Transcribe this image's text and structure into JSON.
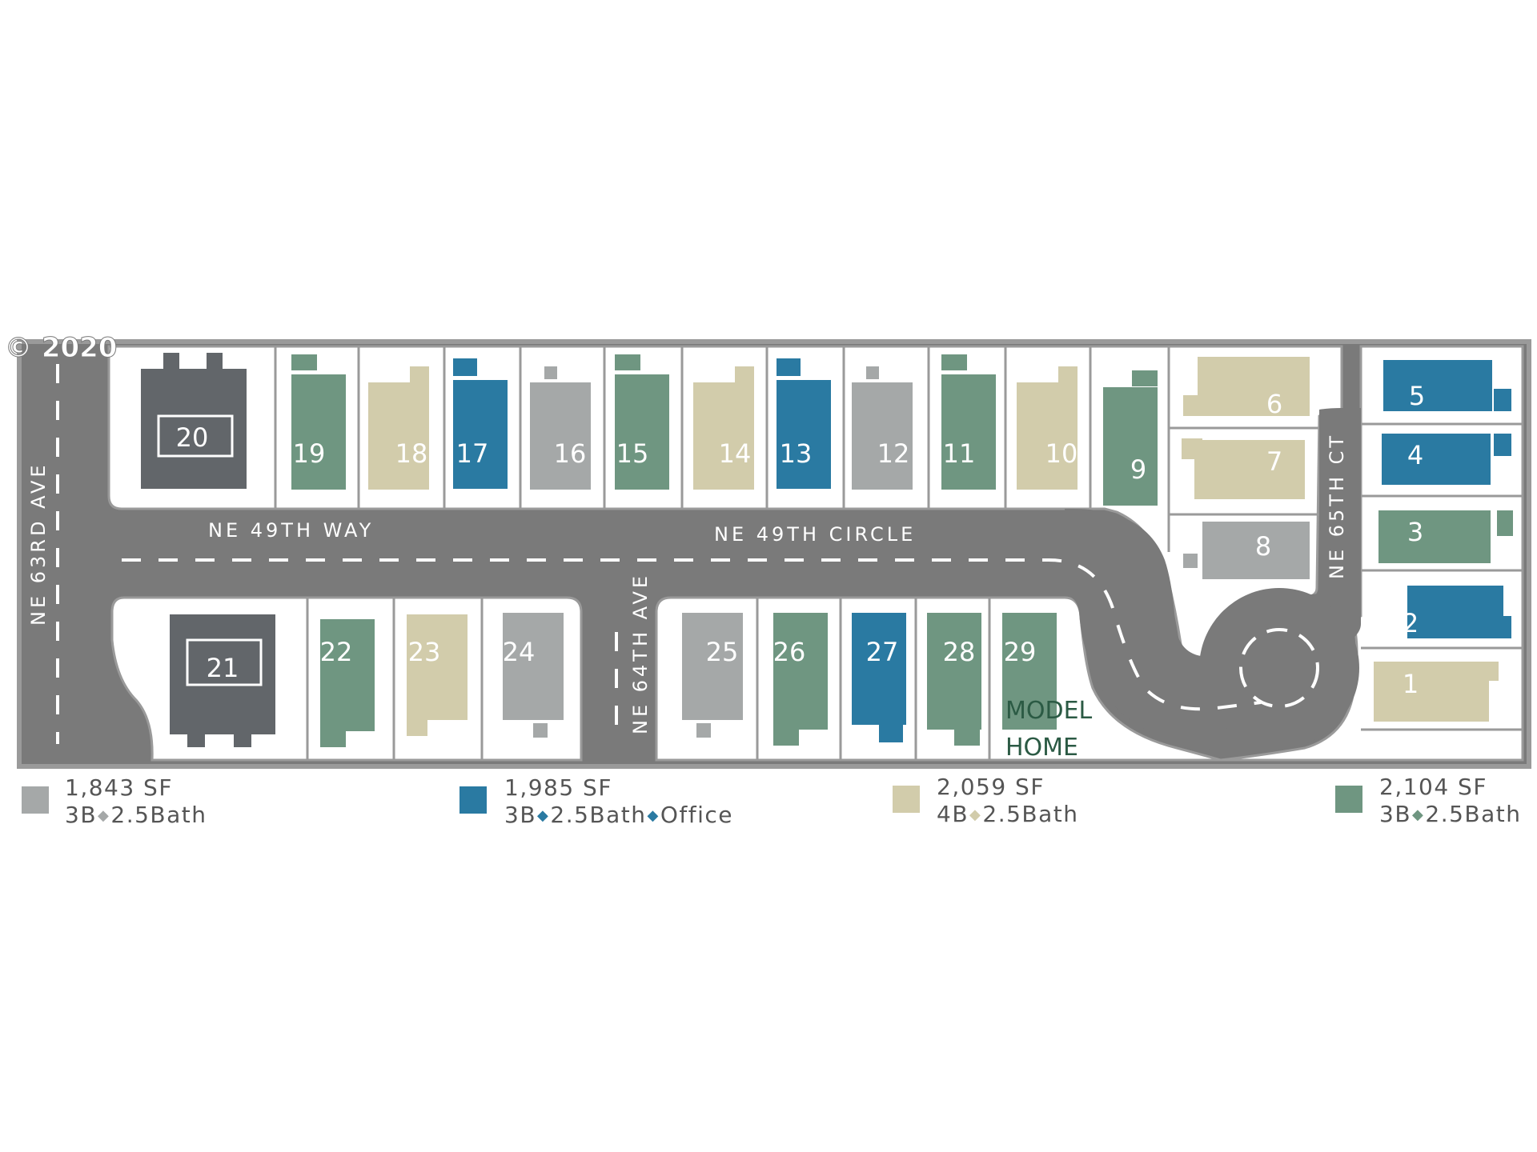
{
  "copyright": "© 2020",
  "colors": {
    "gray": "#a5a8a8",
    "blue": "#2a7aa2",
    "tan": "#d2ccab",
    "green": "#6f9681",
    "dark": "#62666a",
    "road": "#7a7a7a",
    "model_text": "#2b5a44"
  },
  "streets": {
    "ne_63rd_ave": "NE 63RD AVE",
    "ne_49th_way": "NE 49TH WAY",
    "ne_49th_circle": "NE 49TH CIRCLE",
    "ne_64th_ave": "NE 64TH AVE",
    "ne_65th_ct": "NE 65TH CT"
  },
  "lots": {
    "l1": "1",
    "l2": "2",
    "l3": "3",
    "l4": "4",
    "l5": "5",
    "l6": "6",
    "l7": "7",
    "l8": "8",
    "l9": "9",
    "l10": "10",
    "l11": "11",
    "l12": "12",
    "l13": "13",
    "l14": "14",
    "l15": "15",
    "l16": "16",
    "l17": "17",
    "l18": "18",
    "l19": "19",
    "l20": "20",
    "l21": "21",
    "l22": "22",
    "l23": "23",
    "l24": "24",
    "l25": "25",
    "l26": "26",
    "l27": "27",
    "l28": "28",
    "l29": "29"
  },
  "model_home": {
    "line1": "MODEL",
    "line2": "HOME"
  },
  "legend": [
    {
      "size": "1,843 SF",
      "beds": "3B",
      "baths": "2.5Bath",
      "extra": "",
      "color": "#a5a8a8"
    },
    {
      "size": "1,985 SF",
      "beds": "3B",
      "baths": "2.5Bath",
      "extra": "Office",
      "color": "#2a7aa2"
    },
    {
      "size": "2,059 SF",
      "beds": "4B",
      "baths": "2.5Bath",
      "extra": "",
      "color": "#d2ccab"
    },
    {
      "size": "2,104 SF",
      "beds": "3B",
      "baths": "2.5Bath",
      "extra": "",
      "color": "#6f9681"
    }
  ]
}
